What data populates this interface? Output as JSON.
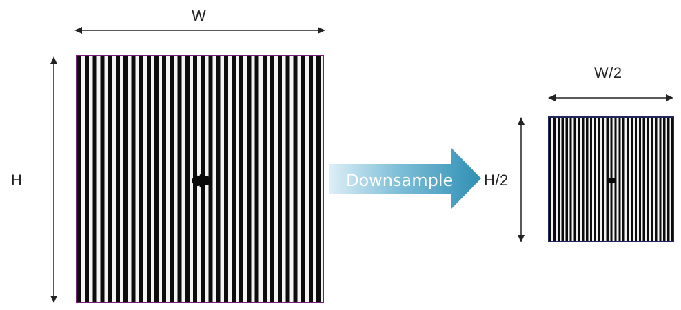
{
  "original": {
    "width_label": "W",
    "height_label": "H"
  },
  "action": {
    "label": "Downsample"
  },
  "downsampled": {
    "width_label": "W/2",
    "height_label": "H/2"
  },
  "colors": {
    "arrow_gradient_start": "#dceef6",
    "arrow_gradient_end": "#2f8fb4",
    "large_frame": "#7a1f78",
    "small_frame": "#22285e"
  }
}
